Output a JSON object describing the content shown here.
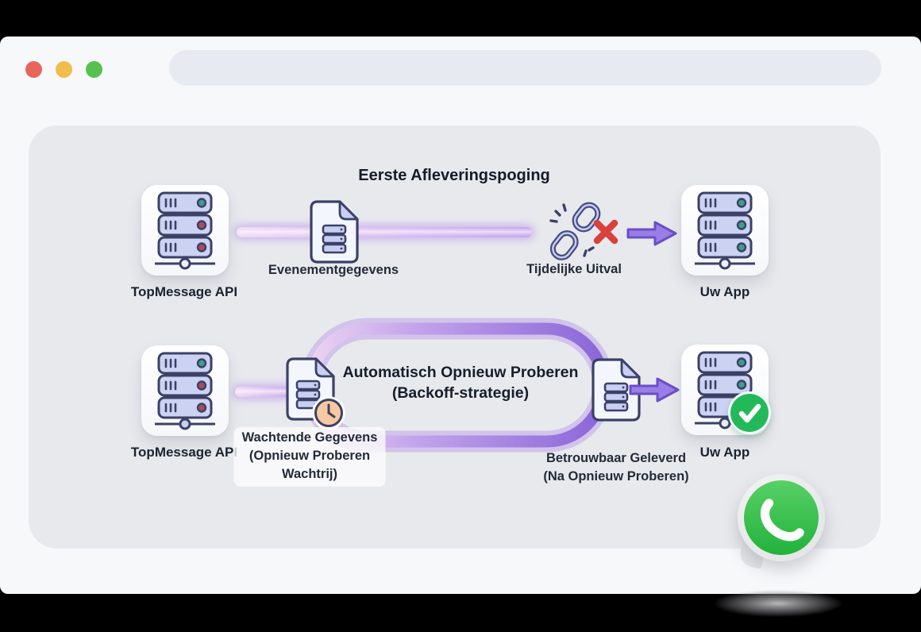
{
  "window": {
    "traffic_lights": {
      "close": "close",
      "minimize": "minimize",
      "zoom": "zoom"
    },
    "address_bar": {
      "value": "",
      "placeholder": ""
    }
  },
  "colors": {
    "accent_purple": "#9b7de9",
    "purple_outline": "#6b4fc5",
    "beam_purple": "#c7a7ec",
    "node_outline_indigo": "#3b4166",
    "node_fill_periwinkle": "#ccd2f2",
    "led_teal": "#3f9c8a",
    "led_red": "#a84a5e",
    "error_red": "#d8413d",
    "success_green": "#23b95b",
    "whatsapp_green": "#25d366",
    "clock_peach": "#f8c9a0",
    "panel_gray": "#e8e9ed",
    "page_bg": "#f6f8fa"
  },
  "diagram": {
    "row1": {
      "title": "Eerste Afleveringspoging",
      "source_label": "TopMessage API",
      "payload_label": "Evenementgegevens",
      "failure_label": "Tijdelijke Uitval",
      "target_label": "Uw App"
    },
    "row2": {
      "source_label": "TopMessage API",
      "queue_label_line1": "Wachtende Gegevens",
      "queue_label_line2": "(Opnieuw Proberen",
      "queue_label_line3": "Wachtrij)",
      "loop_title": "Automatisch Opnieuw Proberen",
      "loop_subtitle": "(Backoff-strategie)",
      "delivered_label_line1": "Betrouwbaar Geleverd",
      "delivered_label_line2": "(Na Opnieuw Proberen)",
      "target_label": "Uw App"
    },
    "icons": {
      "server": "server-stack-icon",
      "document": "document-icon",
      "document_clock": "document-with-clock-icon",
      "broken_link": "broken-chain-link-icon",
      "error_x": "error-x-icon",
      "arrow": "arrow-right-icon",
      "retry_loop": "retry-loop-path",
      "check": "check-badge-icon",
      "whatsapp": "whatsapp-icon"
    }
  }
}
